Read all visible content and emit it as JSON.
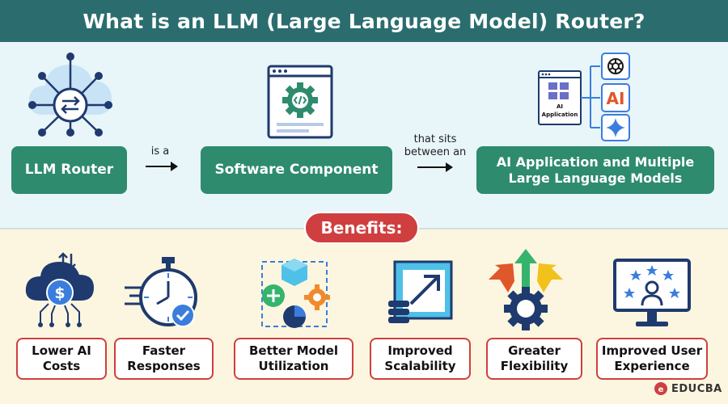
{
  "title": "What is an LLM (Large Language Model) Router?",
  "flow": {
    "llm_router": "LLM Router",
    "is_a": "is a",
    "software_component": "Software Component",
    "that_sits_line1": "that sits",
    "that_sits_line2": "between an",
    "ai_app_line1": "AI Application and Multiple",
    "ai_app_line2": "Large Language Models",
    "ai_app_icon_line1": "AI",
    "ai_app_icon_line2": "Application",
    "ai_badge": "AI"
  },
  "benefits_title": "Benefits:",
  "benefits": [
    {
      "line1": "Lower AI",
      "line2": "Costs"
    },
    {
      "line1": "Faster",
      "line2": "Responses"
    },
    {
      "line1": "Better Model",
      "line2": "Utilization"
    },
    {
      "line1": "Improved",
      "line2": "Scalability"
    },
    {
      "line1": "Greater",
      "line2": "Flexibility"
    },
    {
      "line1": "Improved User",
      "line2": "Experience"
    }
  ],
  "brand": "EDUCBA",
  "colors": {
    "teal": "#2b6d6e",
    "green": "#2e8b6d",
    "red": "#cf3f3f",
    "navy": "#1f3a6e",
    "blue": "#3b7ddd"
  }
}
